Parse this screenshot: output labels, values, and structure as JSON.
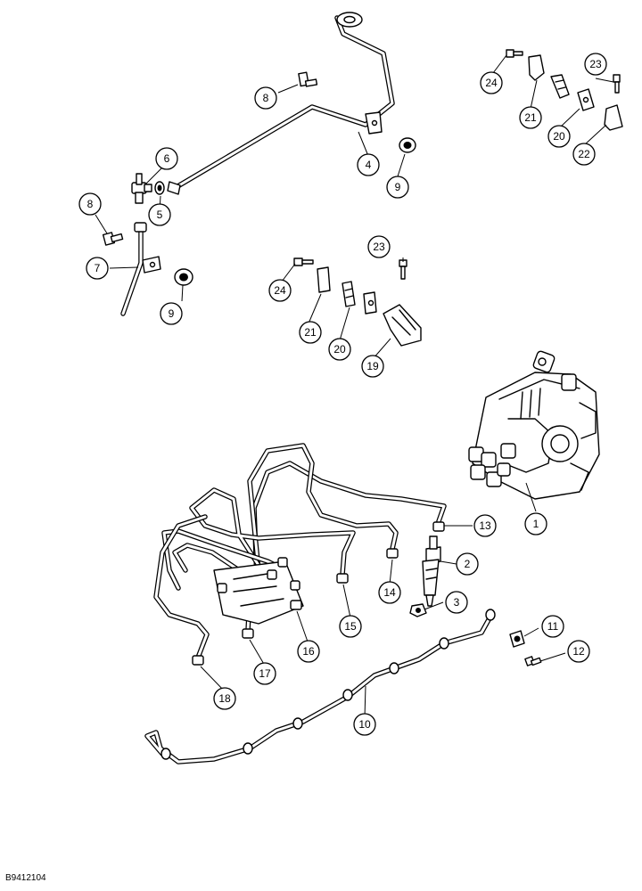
{
  "figure_id": "B9412104",
  "callouts": [
    {
      "id": "1",
      "label": "1"
    },
    {
      "id": "2",
      "label": "2"
    },
    {
      "id": "3",
      "label": "3"
    },
    {
      "id": "4",
      "label": "4"
    },
    {
      "id": "5",
      "label": "5"
    },
    {
      "id": "6",
      "label": "6"
    },
    {
      "id": "7",
      "label": "7"
    },
    {
      "id": "8a",
      "label": "8"
    },
    {
      "id": "8b",
      "label": "8"
    },
    {
      "id": "9a",
      "label": "9"
    },
    {
      "id": "9b",
      "label": "9"
    },
    {
      "id": "10",
      "label": "10"
    },
    {
      "id": "11",
      "label": "11"
    },
    {
      "id": "12",
      "label": "12"
    },
    {
      "id": "13",
      "label": "13"
    },
    {
      "id": "14",
      "label": "14"
    },
    {
      "id": "15",
      "label": "15"
    },
    {
      "id": "16",
      "label": "16"
    },
    {
      "id": "17",
      "label": "17"
    },
    {
      "id": "18",
      "label": "18"
    },
    {
      "id": "19",
      "label": "19"
    },
    {
      "id": "20a",
      "label": "20"
    },
    {
      "id": "20b",
      "label": "20"
    },
    {
      "id": "21a",
      "label": "21"
    },
    {
      "id": "21b",
      "label": "21"
    },
    {
      "id": "22",
      "label": "22"
    },
    {
      "id": "23a",
      "label": "23"
    },
    {
      "id": "23b",
      "label": "23"
    },
    {
      "id": "24a",
      "label": "24"
    },
    {
      "id": "24b",
      "label": "24"
    }
  ]
}
